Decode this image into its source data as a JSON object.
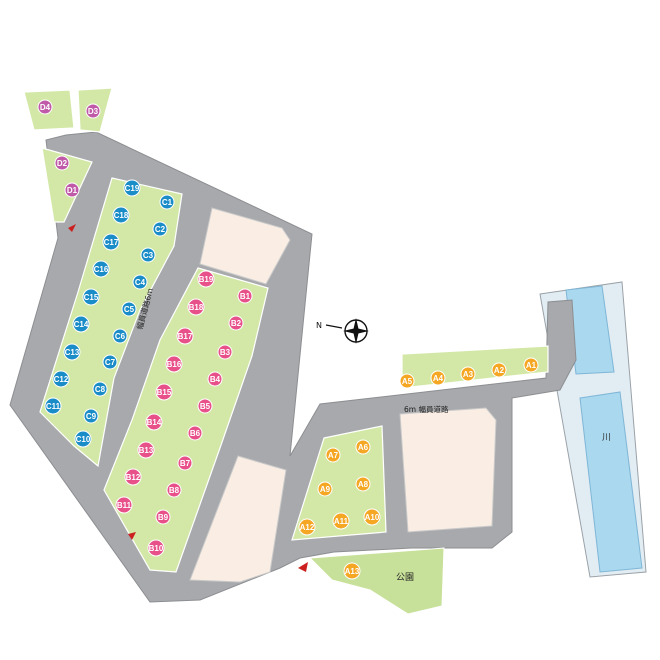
{
  "colors": {
    "A": "#f5a623",
    "B": "#e8508a",
    "C": "#1a8cc8",
    "D": "#c05aa8",
    "lot": "#d3e8a7",
    "road": "#a7a9ac",
    "river": "#a9d8ef"
  },
  "labels": {
    "road_horizontal": "6m 幅員道路",
    "road_vertical": "幅員道路6ｍ",
    "park": "公園",
    "river": "川",
    "north": "N"
  },
  "lots": [
    {
      "id": "D4",
      "group": "D"
    },
    {
      "id": "D3",
      "group": "D"
    },
    {
      "id": "D2",
      "group": "D"
    },
    {
      "id": "D1",
      "group": "D"
    },
    {
      "id": "C19",
      "group": "C"
    },
    {
      "id": "C1",
      "group": "C"
    },
    {
      "id": "C18",
      "group": "C"
    },
    {
      "id": "C2",
      "group": "C"
    },
    {
      "id": "C17",
      "group": "C"
    },
    {
      "id": "C3",
      "group": "C"
    },
    {
      "id": "C16",
      "group": "C"
    },
    {
      "id": "C4",
      "group": "C"
    },
    {
      "id": "C15",
      "group": "C"
    },
    {
      "id": "C5",
      "group": "C"
    },
    {
      "id": "C14",
      "group": "C"
    },
    {
      "id": "C6",
      "group": "C"
    },
    {
      "id": "C13",
      "group": "C"
    },
    {
      "id": "C7",
      "group": "C"
    },
    {
      "id": "C12",
      "group": "C"
    },
    {
      "id": "C8",
      "group": "C"
    },
    {
      "id": "C11",
      "group": "C"
    },
    {
      "id": "C9",
      "group": "C"
    },
    {
      "id": "C10",
      "group": "C"
    },
    {
      "id": "B19",
      "group": "B"
    },
    {
      "id": "B1",
      "group": "B"
    },
    {
      "id": "B18",
      "group": "B"
    },
    {
      "id": "B2",
      "group": "B"
    },
    {
      "id": "B17",
      "group": "B"
    },
    {
      "id": "B3",
      "group": "B"
    },
    {
      "id": "B16",
      "group": "B"
    },
    {
      "id": "B4",
      "group": "B"
    },
    {
      "id": "B15",
      "group": "B"
    },
    {
      "id": "B5",
      "group": "B"
    },
    {
      "id": "B14",
      "group": "B"
    },
    {
      "id": "B6",
      "group": "B"
    },
    {
      "id": "B13",
      "group": "B"
    },
    {
      "id": "B7",
      "group": "B"
    },
    {
      "id": "B12",
      "group": "B"
    },
    {
      "id": "B8",
      "group": "B"
    },
    {
      "id": "B11",
      "group": "B"
    },
    {
      "id": "B9",
      "group": "B"
    },
    {
      "id": "B10",
      "group": "B"
    },
    {
      "id": "A5",
      "group": "A"
    },
    {
      "id": "A4",
      "group": "A"
    },
    {
      "id": "A3",
      "group": "A"
    },
    {
      "id": "A2",
      "group": "A"
    },
    {
      "id": "A1",
      "group": "A"
    },
    {
      "id": "A7",
      "group": "A"
    },
    {
      "id": "A6",
      "group": "A"
    },
    {
      "id": "A9",
      "group": "A"
    },
    {
      "id": "A8",
      "group": "A"
    },
    {
      "id": "A12",
      "group": "A"
    },
    {
      "id": "A11",
      "group": "A"
    },
    {
      "id": "A10",
      "group": "A"
    },
    {
      "id": "A13",
      "group": "A"
    }
  ]
}
